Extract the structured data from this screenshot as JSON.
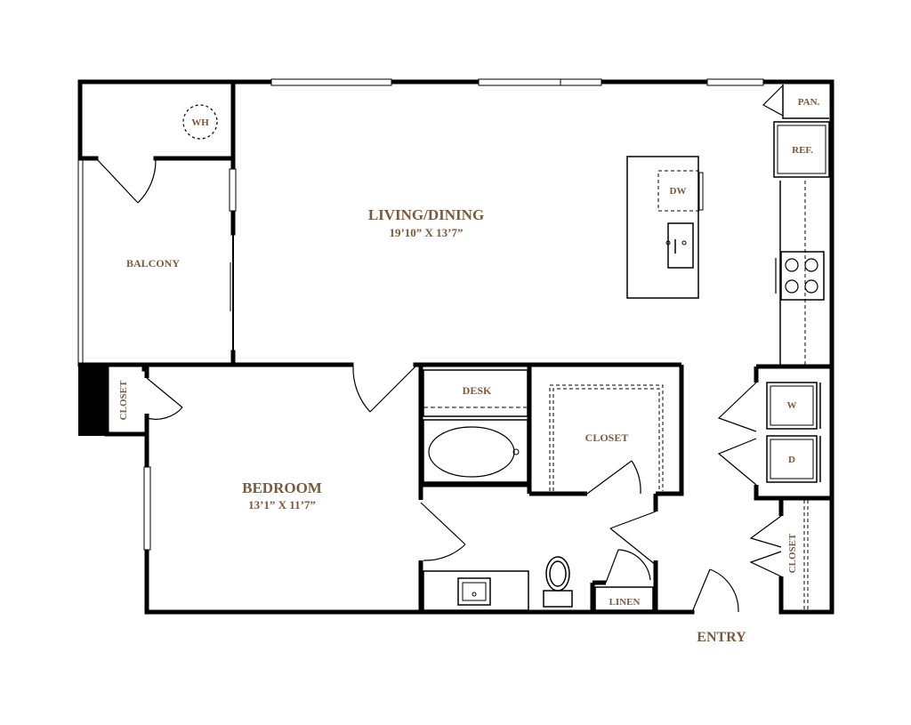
{
  "rooms": {
    "living": {
      "name": "LIVING/DINING",
      "dims": "19’10” X 13’7”"
    },
    "bedroom": {
      "name": "BEDROOM",
      "dims": "13’1” X 11’7”"
    },
    "balcony": "BALCONY",
    "closet_entry": "CLOSET",
    "closet_walkin": "CLOSET",
    "closet_side": "CLOSET",
    "desk": "DESK",
    "linen": "LINEN"
  },
  "fixtures": {
    "water_heater": "WH",
    "pantry": "PAN.",
    "refrigerator": "REF.",
    "dishwasher": "DW",
    "washer": "W",
    "dryer": "D"
  },
  "entry_label": "ENTRY",
  "colors": {
    "wall": "#000000",
    "label": "#7a5a3c",
    "background": "#ffffff"
  }
}
